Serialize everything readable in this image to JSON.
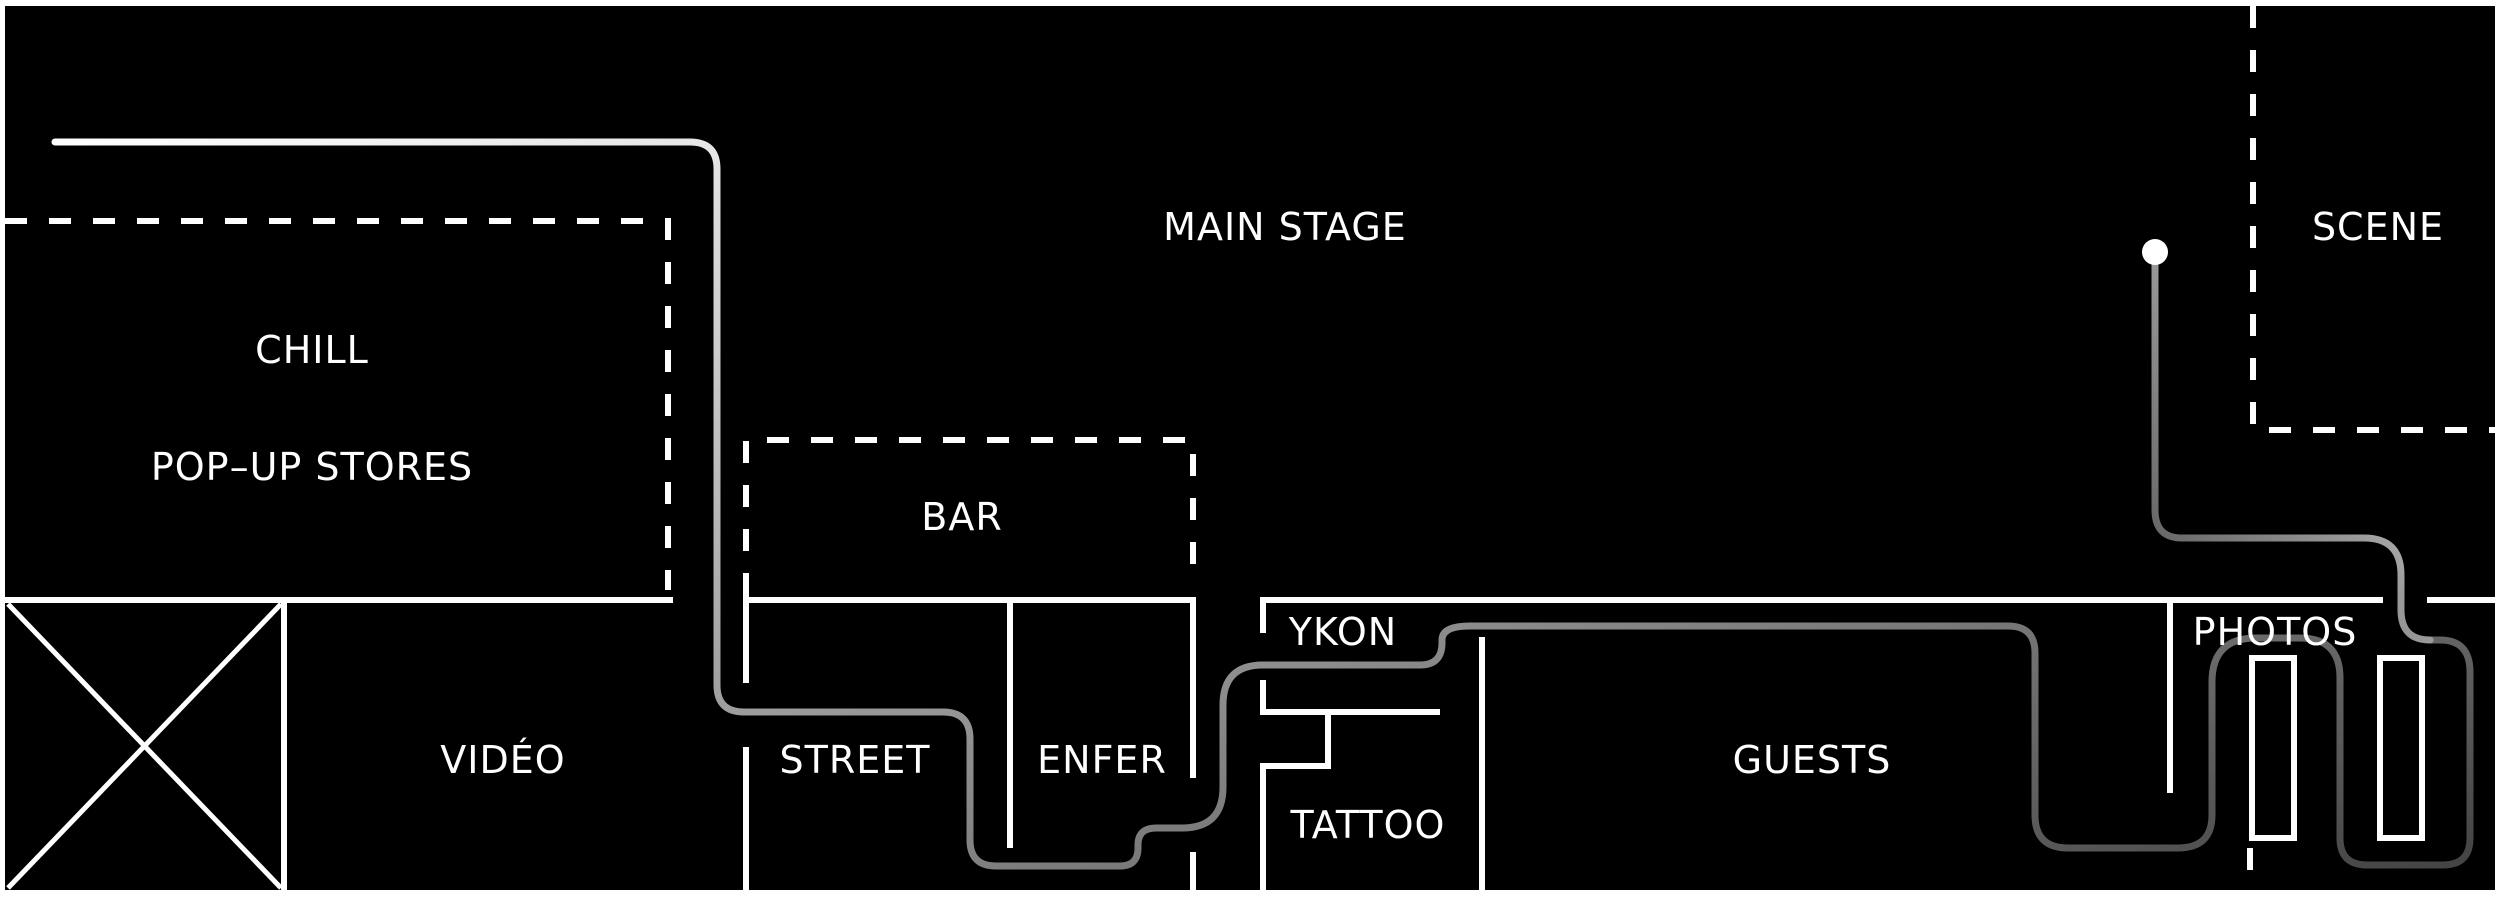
{
  "colors": {
    "background": "#000000",
    "walls": "#ffffff",
    "route_start": "#ffffff",
    "route_end": "#555555",
    "border": "#ffffff"
  },
  "zones": {
    "main_stage": "MAIN STAGE",
    "scene": "SCENE",
    "chill": "CHILL",
    "popup_stores": "POP–UP STORES",
    "bar": "BAR",
    "ykon": "YKON",
    "photos": "PHOTOS",
    "video": "VIDÉO",
    "street": "STREET",
    "enfer": "ENFER",
    "guests": "GUESTS",
    "tattoo": "TATTOO"
  },
  "icons": {
    "route_start_marker": "dot-marker-icon",
    "blocked_area": "crossed-box-icon"
  }
}
